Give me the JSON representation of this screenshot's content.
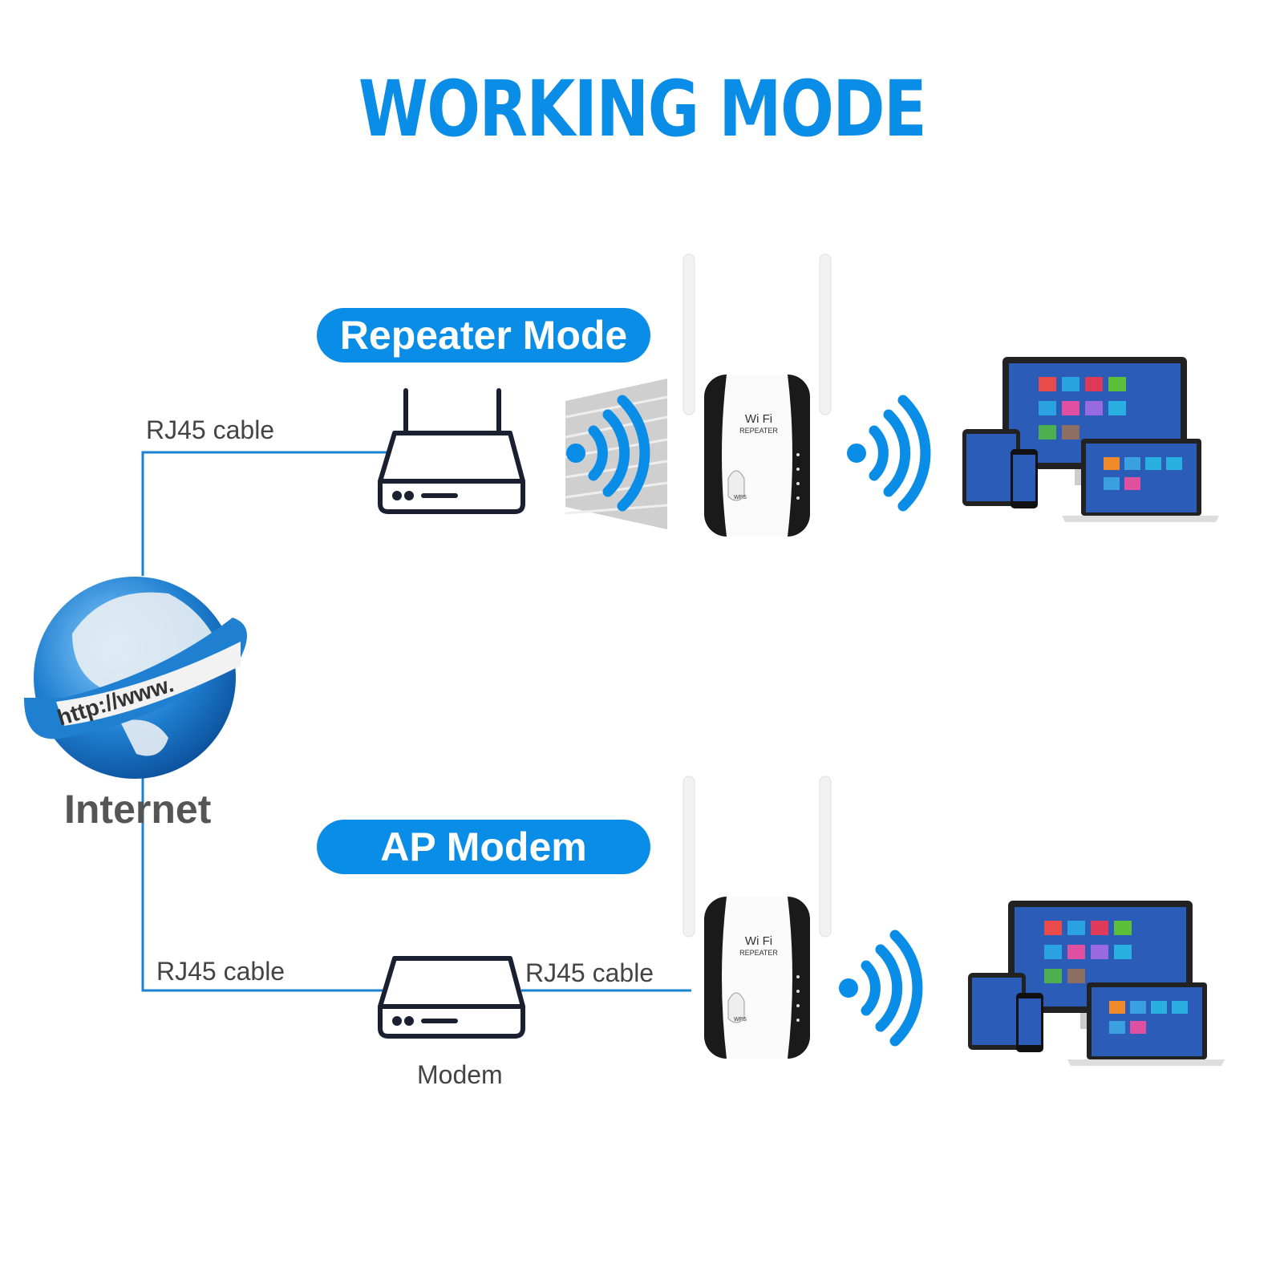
{
  "title": "WORKING MODE",
  "colors": {
    "accent": "#0a8de6",
    "text": "#444444"
  },
  "repeater_mode": {
    "label": "Repeater Mode",
    "cable_label": "RJ45 cable",
    "device_brand": "Wi Fi",
    "device_model": "REPEATER",
    "button_label": "WPS"
  },
  "ap_mode": {
    "label": "AP Modem",
    "cable_label_left": "RJ45 cable",
    "cable_label_right": "RJ45 cable",
    "modem_label": "Modem",
    "device_brand": "Wi Fi",
    "device_model": "REPEATER",
    "button_label": "WPS"
  },
  "internet": {
    "label": "Internet",
    "banner_text": "http://www."
  },
  "icons": [
    "globe-icon",
    "router-icon",
    "modem-icon",
    "brick-wall-icon",
    "wifi-signal-icon",
    "repeater-device-icon",
    "devices-icon"
  ]
}
